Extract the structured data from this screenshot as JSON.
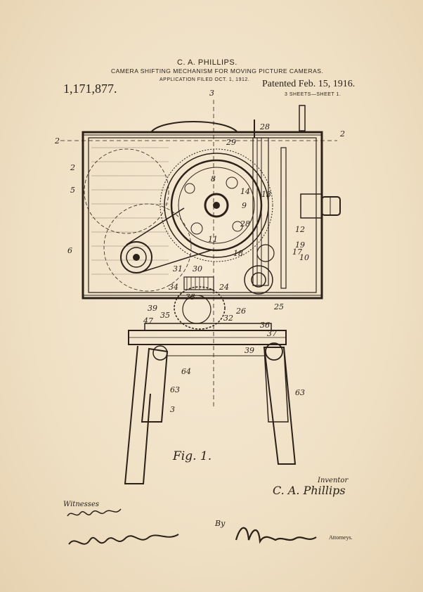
{
  "header": {
    "inventor": "C. A. PHILLIPS.",
    "title": "CAMERA SHIFTING MECHANISM FOR MOVING PICTURE CAMERAS.",
    "application": "APPLICATION FILED OCT. 1, 1912.",
    "patent_number": "1,171,877.",
    "patented": "Patented Feb. 15, 1916.",
    "sheets": "3 SHEETS—SHEET 1."
  },
  "figure_label": "Fig. 1.",
  "reference_numerals": [
    "3",
    "2",
    "2",
    "28",
    "29",
    "2",
    "5",
    "8",
    "13",
    "14",
    "9",
    "12",
    "6",
    "28",
    "11",
    "19",
    "17",
    "10",
    "18",
    "31",
    "30",
    "34",
    "33",
    "24",
    "25",
    "39",
    "35",
    "26",
    "47",
    "32",
    "36",
    "37",
    "39",
    "64",
    "63",
    "63",
    "3"
  ],
  "footer": {
    "witnesses_label": "Witnesses",
    "inventor_label": "Inventor",
    "inventor_signature": "C. A. Phillips",
    "by_label": "By",
    "attorneys_label": "Attorneys."
  }
}
